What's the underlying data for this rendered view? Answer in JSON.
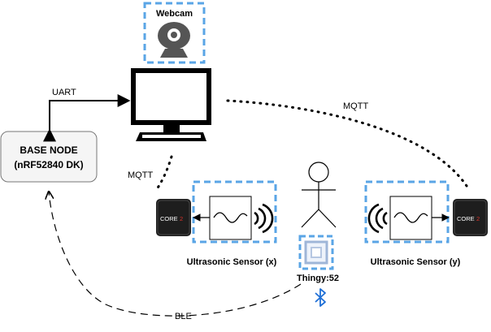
{
  "labels": {
    "webcam": "Webcam",
    "uart": "UART",
    "mqtt_top": "MQTT",
    "mqtt_left": "MQTT",
    "base_node_line1": "BASE NODE",
    "base_node_line2": "(nRF52840 DK)",
    "sensor_x": "Ultrasonic Sensor (x)",
    "sensor_y": "Ultrasonic Sensor (y)",
    "thingy": "Thingy:52",
    "ble": "BLE",
    "core_left": "CORE",
    "core_left_digit": "2",
    "core_right": "CORE",
    "core_right_digit": "2"
  },
  "colors": {
    "dashed_box": "#5aa5e6",
    "core_body": "#1e1e1e",
    "core_accent": "#d9342b",
    "bluetooth": "#1f6fd6",
    "base_node_fill": "#f5f5f5",
    "thingy_square": "#9fb6d8"
  },
  "icons": [
    "webcam-icon",
    "monitor-icon",
    "person-icon",
    "bluetooth-icon",
    "core2-device-icon",
    "sound-wave-icon",
    "sine-wave-icon"
  ]
}
